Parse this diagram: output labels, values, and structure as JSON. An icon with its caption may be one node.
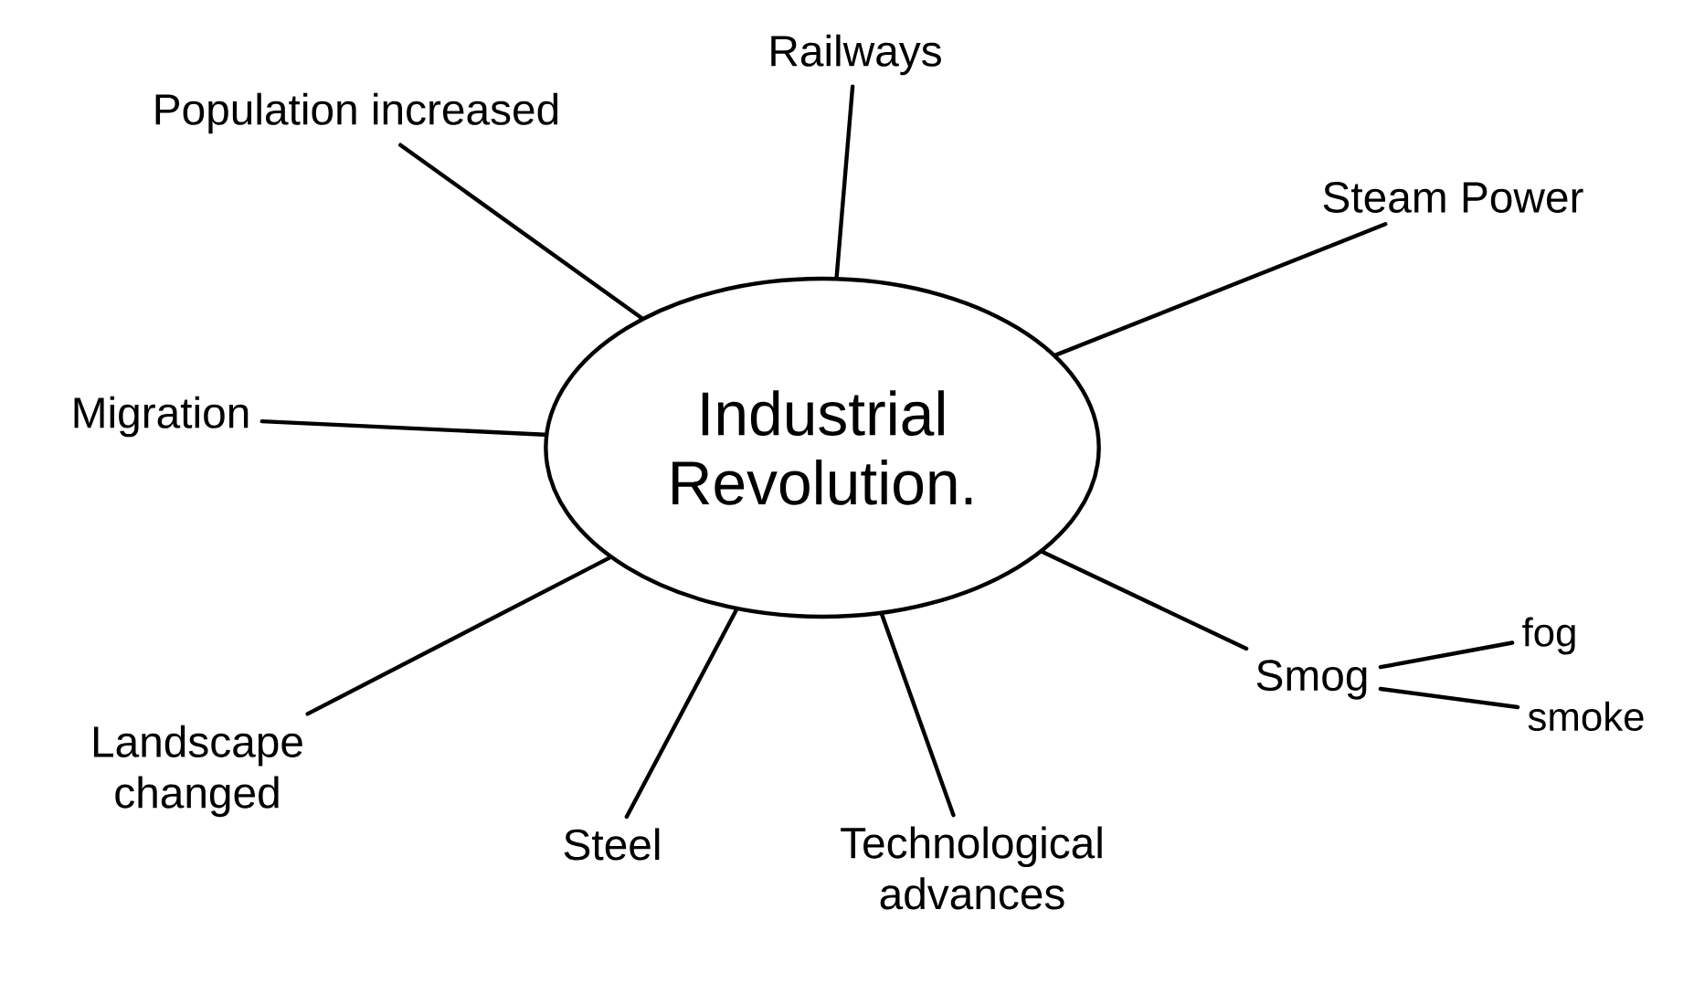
{
  "diagram": {
    "nodes": [
      {
        "text": [
          "Industrial Revolution."
        ]
      },
      {
        "text": [
          "Population increased"
        ]
      },
      {
        "text": [
          "Railways"
        ]
      },
      {
        "text": [
          "Steam Power"
        ]
      },
      {
        "text": [
          "Migration"
        ]
      },
      {
        "text": [
          "Smog"
        ]
      },
      {
        "text": [
          "fog"
        ]
      },
      {
        "text": [
          "smoke"
        ]
      },
      {
        "text": [
          "Landscape changed"
        ]
      },
      {
        "text": [
          "Steel"
        ]
      },
      {
        "text": [
          "Technological advances"
        ]
      }
    ],
    "edges": [
      {
        "from": 0,
        "to": 1,
        "arrow": "none"
      },
      {
        "from": 0,
        "to": 2,
        "arrow": "none"
      },
      {
        "from": 0,
        "to": 3,
        "arrow": "none"
      },
      {
        "from": 0,
        "to": 4,
        "arrow": "none"
      },
      {
        "from": 0,
        "to": 5,
        "arrow": "none"
      },
      {
        "from": 5,
        "to": 6,
        "arrow": "none"
      },
      {
        "from": 5,
        "to": 7,
        "arrow": "none"
      },
      {
        "from": 0,
        "to": 8,
        "arrow": "none"
      },
      {
        "from": 0,
        "to": 9,
        "arrow": "none"
      },
      {
        "from": 0,
        "to": 10,
        "arrow": "none"
      }
    ]
  }
}
